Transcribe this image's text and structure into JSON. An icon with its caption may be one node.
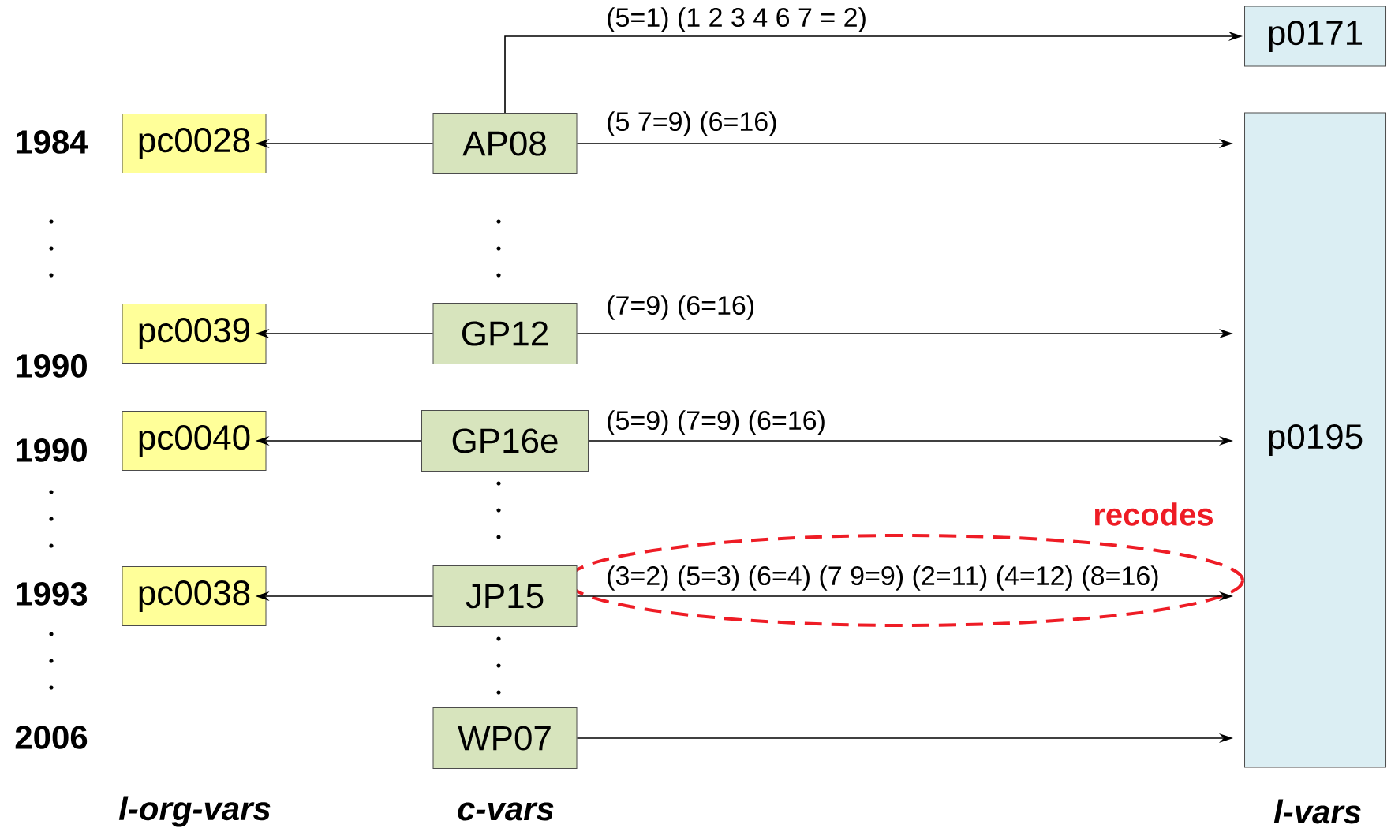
{
  "diagram": {
    "nodes": [
      {
        "text": [
          "p0171"
        ]
      },
      {
        "text": [
          "pc0028"
        ]
      },
      {
        "text": [
          "AP08"
        ]
      },
      {
        "text": [
          "pc0039"
        ]
      },
      {
        "text": [
          "GP12"
        ]
      },
      {
        "text": [
          "pc0040"
        ]
      },
      {
        "text": [
          "GP16e"
        ]
      },
      {
        "text": [
          "pc0038"
        ]
      },
      {
        "text": [
          "JP15"
        ]
      },
      {
        "text": [
          "WP07"
        ]
      },
      {
        "text": [
          "p0195"
        ]
      }
    ],
    "edges": [
      {
        "from": 2,
        "to": 0,
        "arrow": "to",
        "label": "(5=1) (1 2 3 4 6 7 = 2)"
      },
      {
        "from": 2,
        "to": 1,
        "arrow": "to"
      },
      {
        "from": 2,
        "to": 10,
        "arrow": "to",
        "label": "(5 7=9) (6=16)"
      },
      {
        "from": 4,
        "to": 3,
        "arrow": "to"
      },
      {
        "from": 4,
        "to": 10,
        "arrow": "to",
        "label": "(7=9) (6=16)"
      },
      {
        "from": 6,
        "to": 5,
        "arrow": "to"
      },
      {
        "from": 6,
        "to": 10,
        "arrow": "to",
        "label": "(5=9) (7=9) (6=16)"
      },
      {
        "from": 8,
        "to": 7,
        "arrow": "to"
      },
      {
        "from": 8,
        "to": 10,
        "arrow": "to",
        "label": "(3=2) (5=3) (6=4) (7 9=9) (2=11) (4=12) (8=16)"
      },
      {
        "from": 9,
        "to": 10,
        "arrow": "to"
      }
    ],
    "labels": [
      "1984",
      "1990",
      "1990",
      "recodes",
      "1993",
      "2006",
      "l-org-vars",
      "c-vars",
      "l-vars"
    ]
  }
}
